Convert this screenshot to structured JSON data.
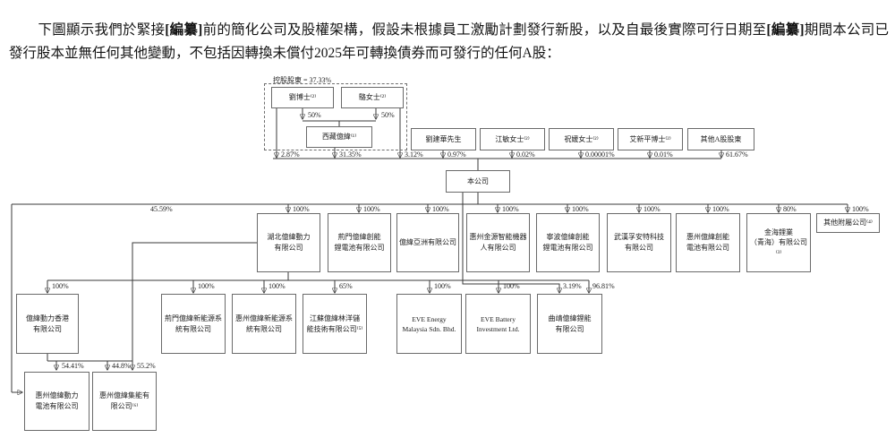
{
  "paragraph": {
    "seg1": "下圖顯示我們於緊接",
    "seg2": "[編纂]",
    "seg3": "前的簡化公司及股權架構，假設未根據員工激勵計劃發行新股，以及自最後實際可行日期至",
    "seg4": "[編纂]",
    "seg5": "期間本公司已發行股本並無任何其他變動，不包括因轉換未償付2025年可轉換債券而可發行的任何A股："
  },
  "chart": {
    "controlling": "控股股東 = 37.33%",
    "nodes": {
      "liu": "劉博士⁽²⁾",
      "luo": "駱女士⁽²⁾",
      "tibet": "西藏億緯⁽¹⁾",
      "liujianhua": "劉建華先生",
      "jiangmin": "江敏女士⁽²⁾",
      "zhuyuan": "祝媛女士⁽²⁾",
      "aixinping": "艾新平博士⁽²⁾",
      "other_a": "其他A股股東",
      "company": "本公司",
      "hubei": "湖北億緯動力\n有限公司",
      "jingmen_li": "荊門億緯創能\n鋰電池有限公司",
      "eveasia": "億緯亞洲有限公司",
      "jinyuan": "惠州金源智能機器\n人有限公司",
      "ningbo": "寧波億緯創能\n鋰電池有限公司",
      "wuhan": "武漢孚安特科技\n有限公司",
      "chuangneng": "惠州億緯創能\n電池有限公司",
      "jinhai": "金海鋰業\n（青海）有限公司⁽³⁾",
      "other_subs": "其他附屬公司⁽⁴⁾",
      "hk": "億緯動力香港\n有限公司",
      "jingmen_xny": "荊門億緯新能源系\n統有限公司",
      "huizhou_xny": "惠州億緯新能源系\n統有限公司",
      "jiangsu": "江蘇億緯林洋儲\n能技術有限公司⁽⁵⁾",
      "malaysia": "EVE Energy\nMalaysia Sdn. Bhd.",
      "battery_inv": "EVE Battery\nInvestment Ltd.",
      "qujing": "曲靖億緯鋰能\n有限公司",
      "power_batt": "惠州億緯動力\n電池有限公司",
      "jineng": "惠州億緯集能有\n限公司⁽⁶⁾"
    },
    "pct": {
      "top50_left": "50%",
      "top50_right": "50%",
      "liu": "2.87%",
      "tibet": "31.35%",
      "luo": "3.12%",
      "liujianhua": "0.97%",
      "jiangmin": "0.02%",
      "zhuyuan": "0.00001%",
      "aixinping": "0.01%",
      "other_a": "61.67%",
      "direct_power": "45.59%",
      "hubei": "100%",
      "jingmen_li": "100%",
      "eveasia": "100%",
      "jinyuan": "100%",
      "ningbo": "100%",
      "wuhan": "100%",
      "chuangneng": "100%",
      "jinhai": "80%",
      "other_subs": "100%",
      "hk": "100%",
      "jingmen_xny": "100%",
      "huizhou_xny": "100%",
      "jiangsu": "65%",
      "malaysia": "100%",
      "battery_inv": "100%",
      "qujing_direct": "3.19%",
      "qujing_main": "96.81%",
      "power_hk": "54.41%",
      "jineng_hk": "44.8%",
      "jineng_hubei": "55.2%"
    }
  }
}
